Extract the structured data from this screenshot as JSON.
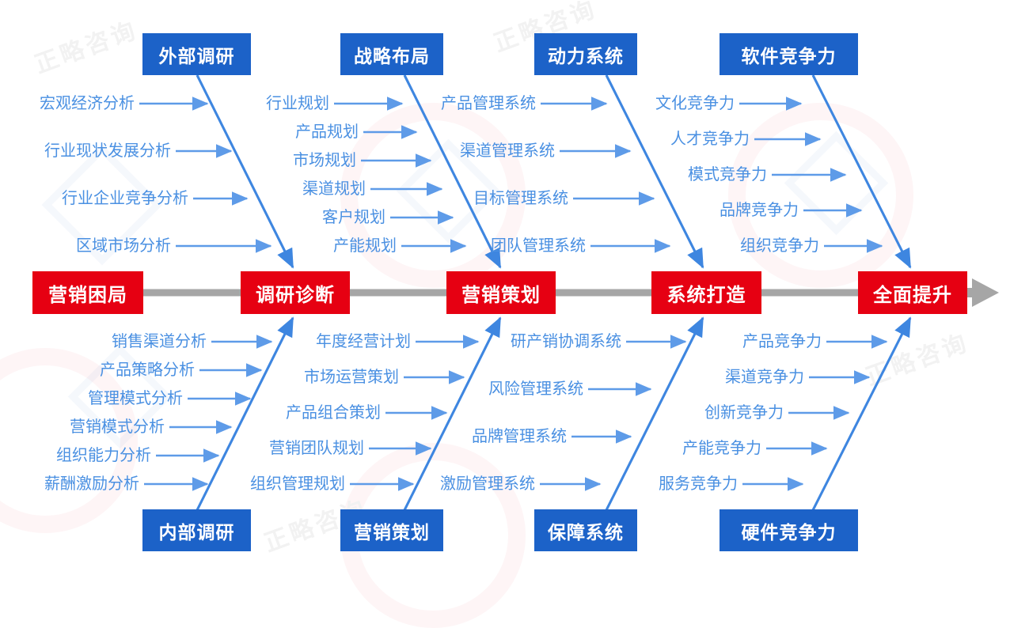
{
  "meta": {
    "kind": "fishbone-diagram",
    "colors": {
      "spine_box": "#E60012",
      "category_box": "#1C62C8",
      "sub_text": "#4A90E2",
      "bone_line": "#3E86E0",
      "spine_line": "#A6A6A6",
      "background": "#FFFFFF"
    }
  },
  "spine": {
    "stages": [
      {
        "label": "营销困局"
      },
      {
        "label": "调研诊断"
      },
      {
        "label": "营销策划"
      },
      {
        "label": "系统打造"
      },
      {
        "label": "全面提升"
      }
    ],
    "end_arrow": "arrow-right-icon"
  },
  "top_branches": [
    {
      "title": "外部调研",
      "items": [
        "宏观经济分析",
        "行业现状发展分析",
        "行业企业竞争分析",
        "区域市场分析"
      ]
    },
    {
      "title": "战略布局",
      "items": [
        "行业规划",
        "产品规划",
        "市场规划",
        "渠道规划",
        "客户规划",
        "产能规划"
      ]
    },
    {
      "title": "动力系统",
      "items": [
        "产品管理系统",
        "渠道管理系统",
        "目标管理系统",
        "团队管理系统"
      ]
    },
    {
      "title": "软件竞争力",
      "items": [
        "文化竞争力",
        "人才竞争力",
        "模式竞争力",
        "品牌竞争力",
        "组织竞争力"
      ]
    }
  ],
  "bottom_branches": [
    {
      "title": "内部调研",
      "items": [
        "销售渠道分析",
        "产品策略分析",
        "管理模式分析",
        "营销模式分析",
        "组织能力分析",
        "薪酬激励分析"
      ]
    },
    {
      "title": "营销策划",
      "items": [
        "年度经营计划",
        "市场运营策划",
        "产品组合策划",
        "营销团队规划",
        "组织管理规划"
      ]
    },
    {
      "title": "保障系统",
      "items": [
        "研产销协调系统",
        "风险管理系统",
        "品牌管理系统",
        "激励管理系统"
      ]
    },
    {
      "title": "硬件竞争力",
      "items": [
        "产品竞争力",
        "渠道竞争力",
        "创新竞争力",
        "产能竞争力",
        "服务竞争力"
      ]
    }
  ],
  "watermarks": [
    "正略咨询",
    "正略咨询",
    "正略咨询",
    "正略咨询"
  ]
}
